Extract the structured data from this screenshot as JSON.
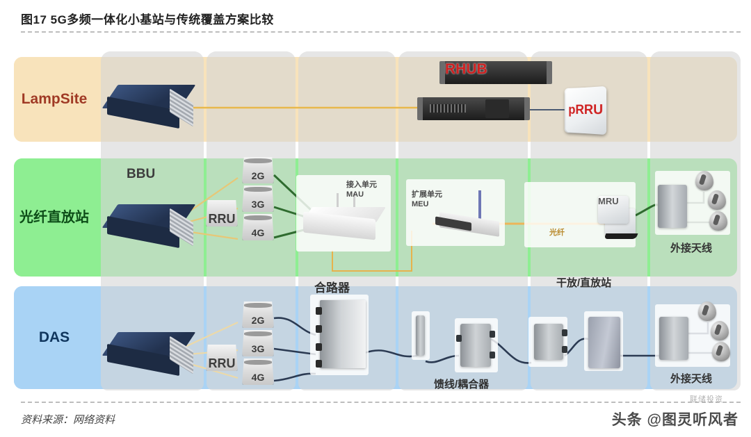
{
  "figure": {
    "title": "图17 5G多频一体化小基站与传统覆盖方案比较",
    "source": "资料来源：网络资料"
  },
  "watermark": {
    "handle": "头条 @图灵听风者",
    "faint": "联储投资"
  },
  "rows": [
    {
      "id": "lampsite",
      "label": "LampSite",
      "color": "#f8e3bb",
      "text_color": "#a03a25"
    },
    {
      "id": "fiber-repeater",
      "label": "光纤直放站",
      "color": "#8eee92",
      "text_color": "#0d4d18"
    },
    {
      "id": "das",
      "label": "DAS",
      "color": "#a9d3f5",
      "text_color": "#10365e"
    }
  ],
  "lampsite": {
    "bbu_device": "BBU",
    "rhub_label": "RHUB",
    "prru_label": "pRRU"
  },
  "fiber": {
    "bbu_label": "BBU",
    "rru_label": "RRU",
    "rru_bands": [
      "2G",
      "3G",
      "4G"
    ],
    "mau_label": "接入单元\nMAU",
    "meu_label": "扩展单元\nMEU",
    "mru_label": "MRU",
    "fiber_tag": "光纤",
    "antenna_label": "外接天线"
  },
  "das": {
    "rru_label": "RRU",
    "rru_bands": [
      "2G",
      "3G",
      "4G"
    ],
    "combiner_label": "合路器",
    "coupler_label": "馈线/耦合器",
    "repeater_label": "干放/直放站",
    "antenna_label": "外接天线"
  },
  "colors": {
    "fiber_line": "#e8b84b",
    "green_cable": "#2f6b2f",
    "coax_cable": "#2b3a52",
    "accent_red": "#cf2020"
  }
}
